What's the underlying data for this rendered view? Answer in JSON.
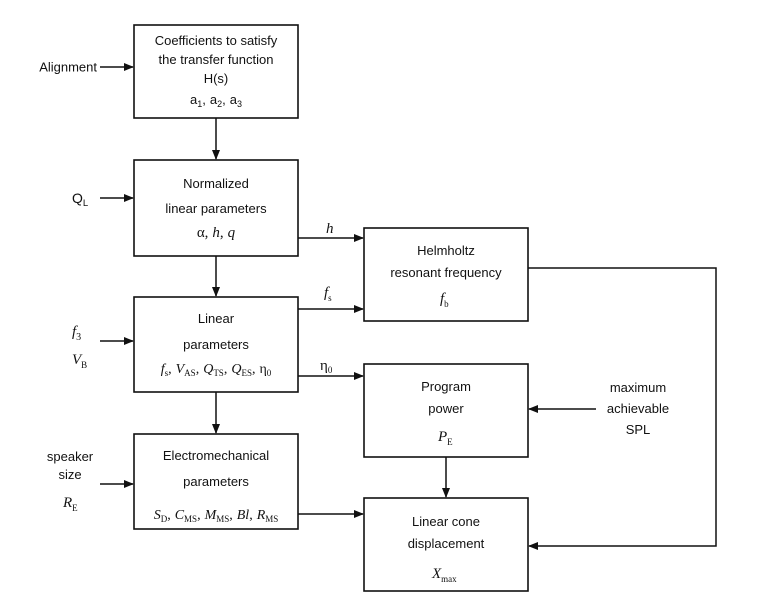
{
  "inputs": {
    "alignment": "Alignment",
    "q_l": {
      "main": "Q",
      "sub": "L"
    },
    "f3": {
      "main": "f",
      "sub": "3"
    },
    "v_b": {
      "main": "V",
      "sub": "B"
    },
    "speaker_size_line1": "speaker",
    "speaker_size_line2": "size",
    "r_e": {
      "main": "R",
      "sub": "E"
    },
    "max_spl_line1": "maximum",
    "max_spl_line2": "achievable",
    "max_spl_line3": "SPL"
  },
  "boxes": {
    "coefficients": {
      "line1": "Coefficients to satisfy",
      "line2": "the transfer function",
      "line3": "H(s)",
      "a1": "a",
      "a1_sub": "1",
      "a2": "a",
      "a2_sub": "2",
      "a3": "a",
      "a3_sub": "3",
      "sep": ","
    },
    "normalized": {
      "line1": "Normalized",
      "line2": "linear parameters",
      "alpha": "α",
      "h": "h",
      "q": "q",
      "sep": ","
    },
    "linear": {
      "line1": "Linear",
      "line2": "parameters",
      "fs": "f",
      "fs_sub": "s",
      "vas": "V",
      "vas_sub": "AS",
      "qts": "Q",
      "qts_sub": "TS",
      "qes": "Q",
      "qes_sub": "ES",
      "eta": "η",
      "eta_sub": "0",
      "sep": ","
    },
    "electromechanical": {
      "line1": "Electromechanical",
      "line2": "parameters",
      "sd": "S",
      "sd_sub": "D",
      "cms": "C",
      "cms_sub": "MS",
      "mms": "M",
      "mms_sub": "MS",
      "bl": "Bl",
      "rms": "R",
      "rms_sub": "MS",
      "sep": ","
    },
    "helmholtz": {
      "line1": "Helmholtz",
      "line2": "resonant frequency",
      "fb": "f",
      "fb_sub": "b"
    },
    "program_power": {
      "line1": "Program",
      "line2": "power",
      "pe": "P",
      "pe_sub": "E"
    },
    "cone": {
      "line1": "Linear cone",
      "line2": "displacement",
      "xmax": "X",
      "xmax_sub": "max"
    }
  },
  "edge_labels": {
    "h": "h",
    "fs": "f",
    "fs_sub": "s",
    "eta": "η",
    "eta_sub": "0"
  }
}
